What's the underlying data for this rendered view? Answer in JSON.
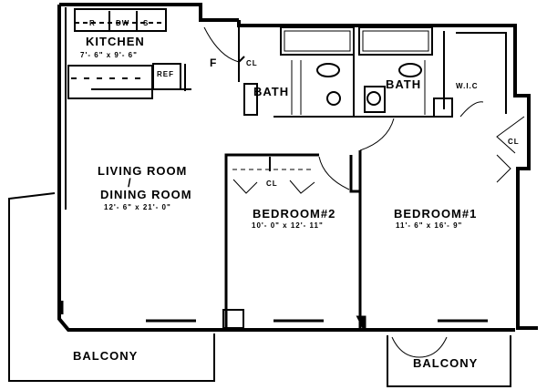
{
  "rooms": {
    "kitchen": {
      "name": "KITCHEN",
      "size": "7'- 6\" x 9'- 6\""
    },
    "living": {
      "name_line1": "LIVING ROOM",
      "slash": "/",
      "name_line2": "DINING ROOM",
      "size": "12'- 6\" x 21'- 0\""
    },
    "bedroom2": {
      "name": "BEDROOM#2",
      "size": "10'- 0\" x 12'- 11\""
    },
    "bedroom1": {
      "name": "BEDROOM#1",
      "size": "11'- 6\" x 16'- 9\""
    },
    "bath1": {
      "name": "BATH"
    },
    "bath2": {
      "name": "BATH"
    },
    "balcony_left": {
      "name": "BALCONY"
    },
    "balcony_right": {
      "name": "BALCONY"
    }
  },
  "fixtures": {
    "range": "R",
    "dishwasher": "DW",
    "sink": "S",
    "refrigerator": "REF",
    "foyer": "F",
    "closet_foyer": "CL",
    "closet_bed2": "CL",
    "closet_bed1": "CL",
    "walk_in_closet": "W.I.C"
  }
}
